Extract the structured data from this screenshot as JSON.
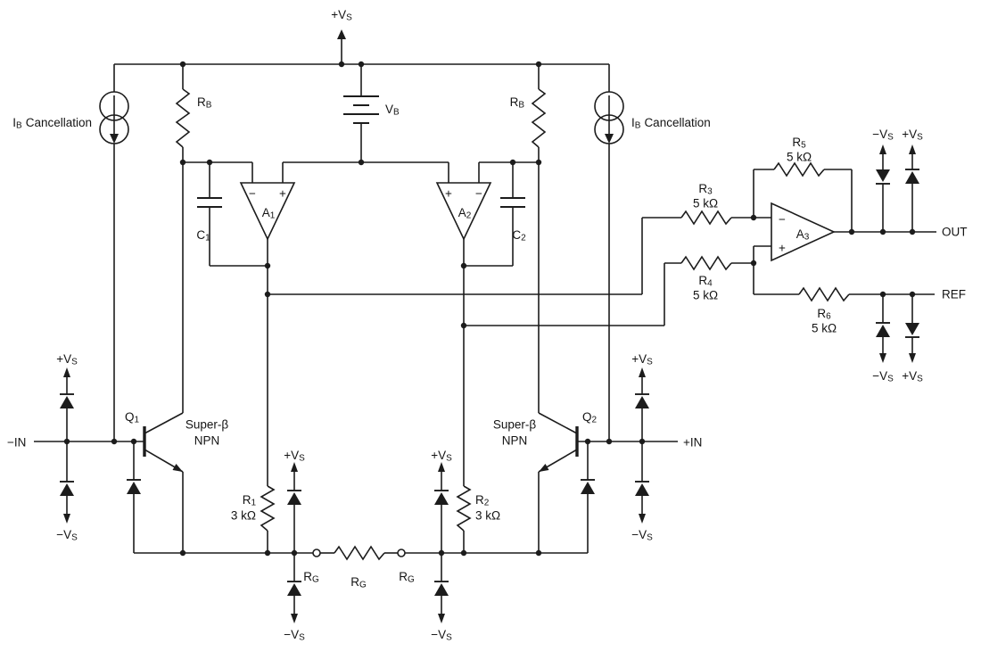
{
  "colors": {
    "ink": "#1c1c1c",
    "background": "#ffffff"
  },
  "labels": {
    "vs_plus": {
      "base": "+V",
      "sub": "S"
    },
    "vs_minus": {
      "base": "−V",
      "sub": "S"
    },
    "ib_cancellation": {
      "base": "I",
      "sub": "B",
      "rest": "Cancellation"
    },
    "rb": {
      "base": "R",
      "sub": "B"
    },
    "vb": {
      "base": "V",
      "sub": "B"
    },
    "c1": {
      "base": "C",
      "sub": "1"
    },
    "c2": {
      "base": "C",
      "sub": "2"
    },
    "a1": {
      "base": "A",
      "sub": "1"
    },
    "a2": {
      "base": "A",
      "sub": "2"
    },
    "a3": {
      "base": "A",
      "sub": "3"
    },
    "q1": {
      "base": "Q",
      "sub": "1"
    },
    "q2": {
      "base": "Q",
      "sub": "2"
    },
    "r1": {
      "base": "R",
      "sub": "1",
      "value": "3 kΩ"
    },
    "r2": {
      "base": "R",
      "sub": "2",
      "value": "3 kΩ"
    },
    "r3": {
      "base": "R",
      "sub": "3",
      "value": "5 kΩ"
    },
    "r4": {
      "base": "R",
      "sub": "4",
      "value": "5 kΩ"
    },
    "r5": {
      "base": "R",
      "sub": "5",
      "value": "5 kΩ"
    },
    "r6": {
      "base": "R",
      "sub": "6",
      "value": "5 kΩ"
    },
    "rg": {
      "base": "R",
      "sub": "G"
    },
    "plus": "+",
    "minus": "−",
    "super_beta": "Super-β",
    "npn": "NPN",
    "in_minus": "−IN",
    "in_plus": "+IN",
    "out": "OUT",
    "ref": "REF"
  }
}
